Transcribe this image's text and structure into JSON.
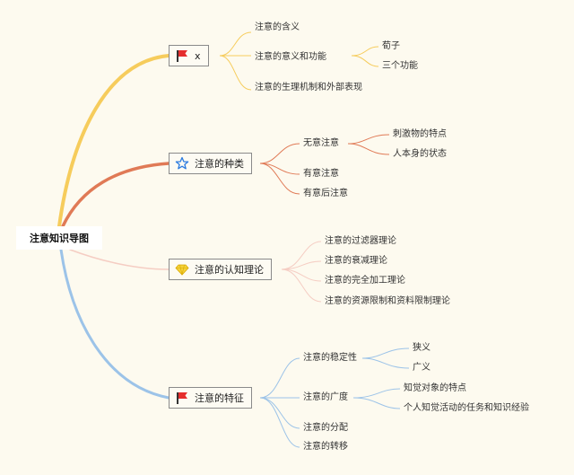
{
  "root": {
    "label": "注意知识导图"
  },
  "branches": [
    {
      "label": "x",
      "icon": "red-flag-icon",
      "color": "#f6cc5c",
      "children": [
        {
          "label": "注意的含义"
        },
        {
          "label": "注意的意义和功能",
          "children": [
            {
              "label": "荀子"
            },
            {
              "label": "三个功能"
            }
          ]
        },
        {
          "label": "注意的生理机制和外部表现"
        }
      ]
    },
    {
      "label": "注意的种类",
      "icon": "star-icon",
      "color": "#e07a56",
      "children": [
        {
          "label": "无意注意",
          "children": [
            {
              "label": "刺激物的特点"
            },
            {
              "label": "人本身的状态"
            }
          ]
        },
        {
          "label": "有意注意"
        },
        {
          "label": "有意后注意"
        }
      ]
    },
    {
      "label": "注意的认知理论",
      "icon": "diamond-icon",
      "color": "#f5cdc3",
      "children": [
        {
          "label": "注意的过滤器理论"
        },
        {
          "label": "注意的衰减理论"
        },
        {
          "label": "注意的完全加工理论"
        },
        {
          "label": "注意的资源限制和资料限制理论"
        }
      ]
    },
    {
      "label": "注意的特征",
      "icon": "red-flag-icon",
      "color": "#9cc3e8",
      "children": [
        {
          "label": "注意的稳定性",
          "children": [
            {
              "label": "狭义"
            },
            {
              "label": "广义"
            }
          ]
        },
        {
          "label": "注意的广度",
          "children": [
            {
              "label": "知觉对象的特点"
            },
            {
              "label": "个人知觉活动的任务和知识经验"
            }
          ]
        },
        {
          "label": "注意的分配"
        },
        {
          "label": "注意的转移"
        }
      ]
    }
  ]
}
